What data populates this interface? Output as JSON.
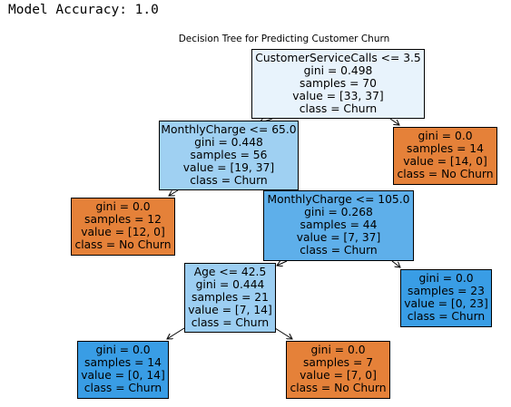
{
  "header": "Model Accuracy: 1.0",
  "title": "Decision Tree for Predicting Customer Churn",
  "colors": {
    "churn_strong": "#399de5",
    "churn_mid": "#61b1ea",
    "churn_light": "#a0cff2",
    "churn_pale": "#a2d0f3",
    "churn_faint": "#e8f3fc",
    "no_churn": "#e58139"
  },
  "nodes": [
    {
      "id": "root",
      "lines": [
        "CustomerServiceCalls <= 3.5",
        "gini = 0.498",
        "samples = 70",
        "value = [33, 37]",
        "class = Churn"
      ],
      "fill": "#e8f3fc"
    },
    {
      "id": "n1",
      "lines": [
        "MonthlyCharge <= 65.0",
        "gini = 0.448",
        "samples = 56",
        "value = [19, 37]",
        "class = Churn"
      ],
      "fill": "#9fd0f2"
    },
    {
      "id": "n2",
      "lines": [
        "gini = 0.0",
        "samples = 14",
        "value = [14, 0]",
        "class = No Churn"
      ],
      "fill": "#e58139"
    },
    {
      "id": "n3",
      "lines": [
        "gini = 0.0",
        "samples = 12",
        "value = [12, 0]",
        "class = No Churn"
      ],
      "fill": "#e58139"
    },
    {
      "id": "n4",
      "lines": [
        "MonthlyCharge <= 105.0",
        "gini = 0.268",
        "samples = 44",
        "value = [7, 37]",
        "class = Churn"
      ],
      "fill": "#5eafea"
    },
    {
      "id": "n5",
      "lines": [
        "gini = 0.0",
        "samples = 23",
        "value = [0, 23]",
        "class = Churn"
      ],
      "fill": "#399de5"
    },
    {
      "id": "n6",
      "lines": [
        "Age <= 42.5",
        "gini = 0.444",
        "samples = 21",
        "value = [7, 14]",
        "class = Churn"
      ],
      "fill": "#9ccef2"
    },
    {
      "id": "n7",
      "lines": [
        "gini = 0.0",
        "samples = 14",
        "value = [0, 14]",
        "class = Churn"
      ],
      "fill": "#399de5"
    },
    {
      "id": "n8",
      "lines": [
        "gini = 0.0",
        "samples = 7",
        "value = [7, 0]",
        "class = No Churn"
      ],
      "fill": "#e58139"
    }
  ]
}
